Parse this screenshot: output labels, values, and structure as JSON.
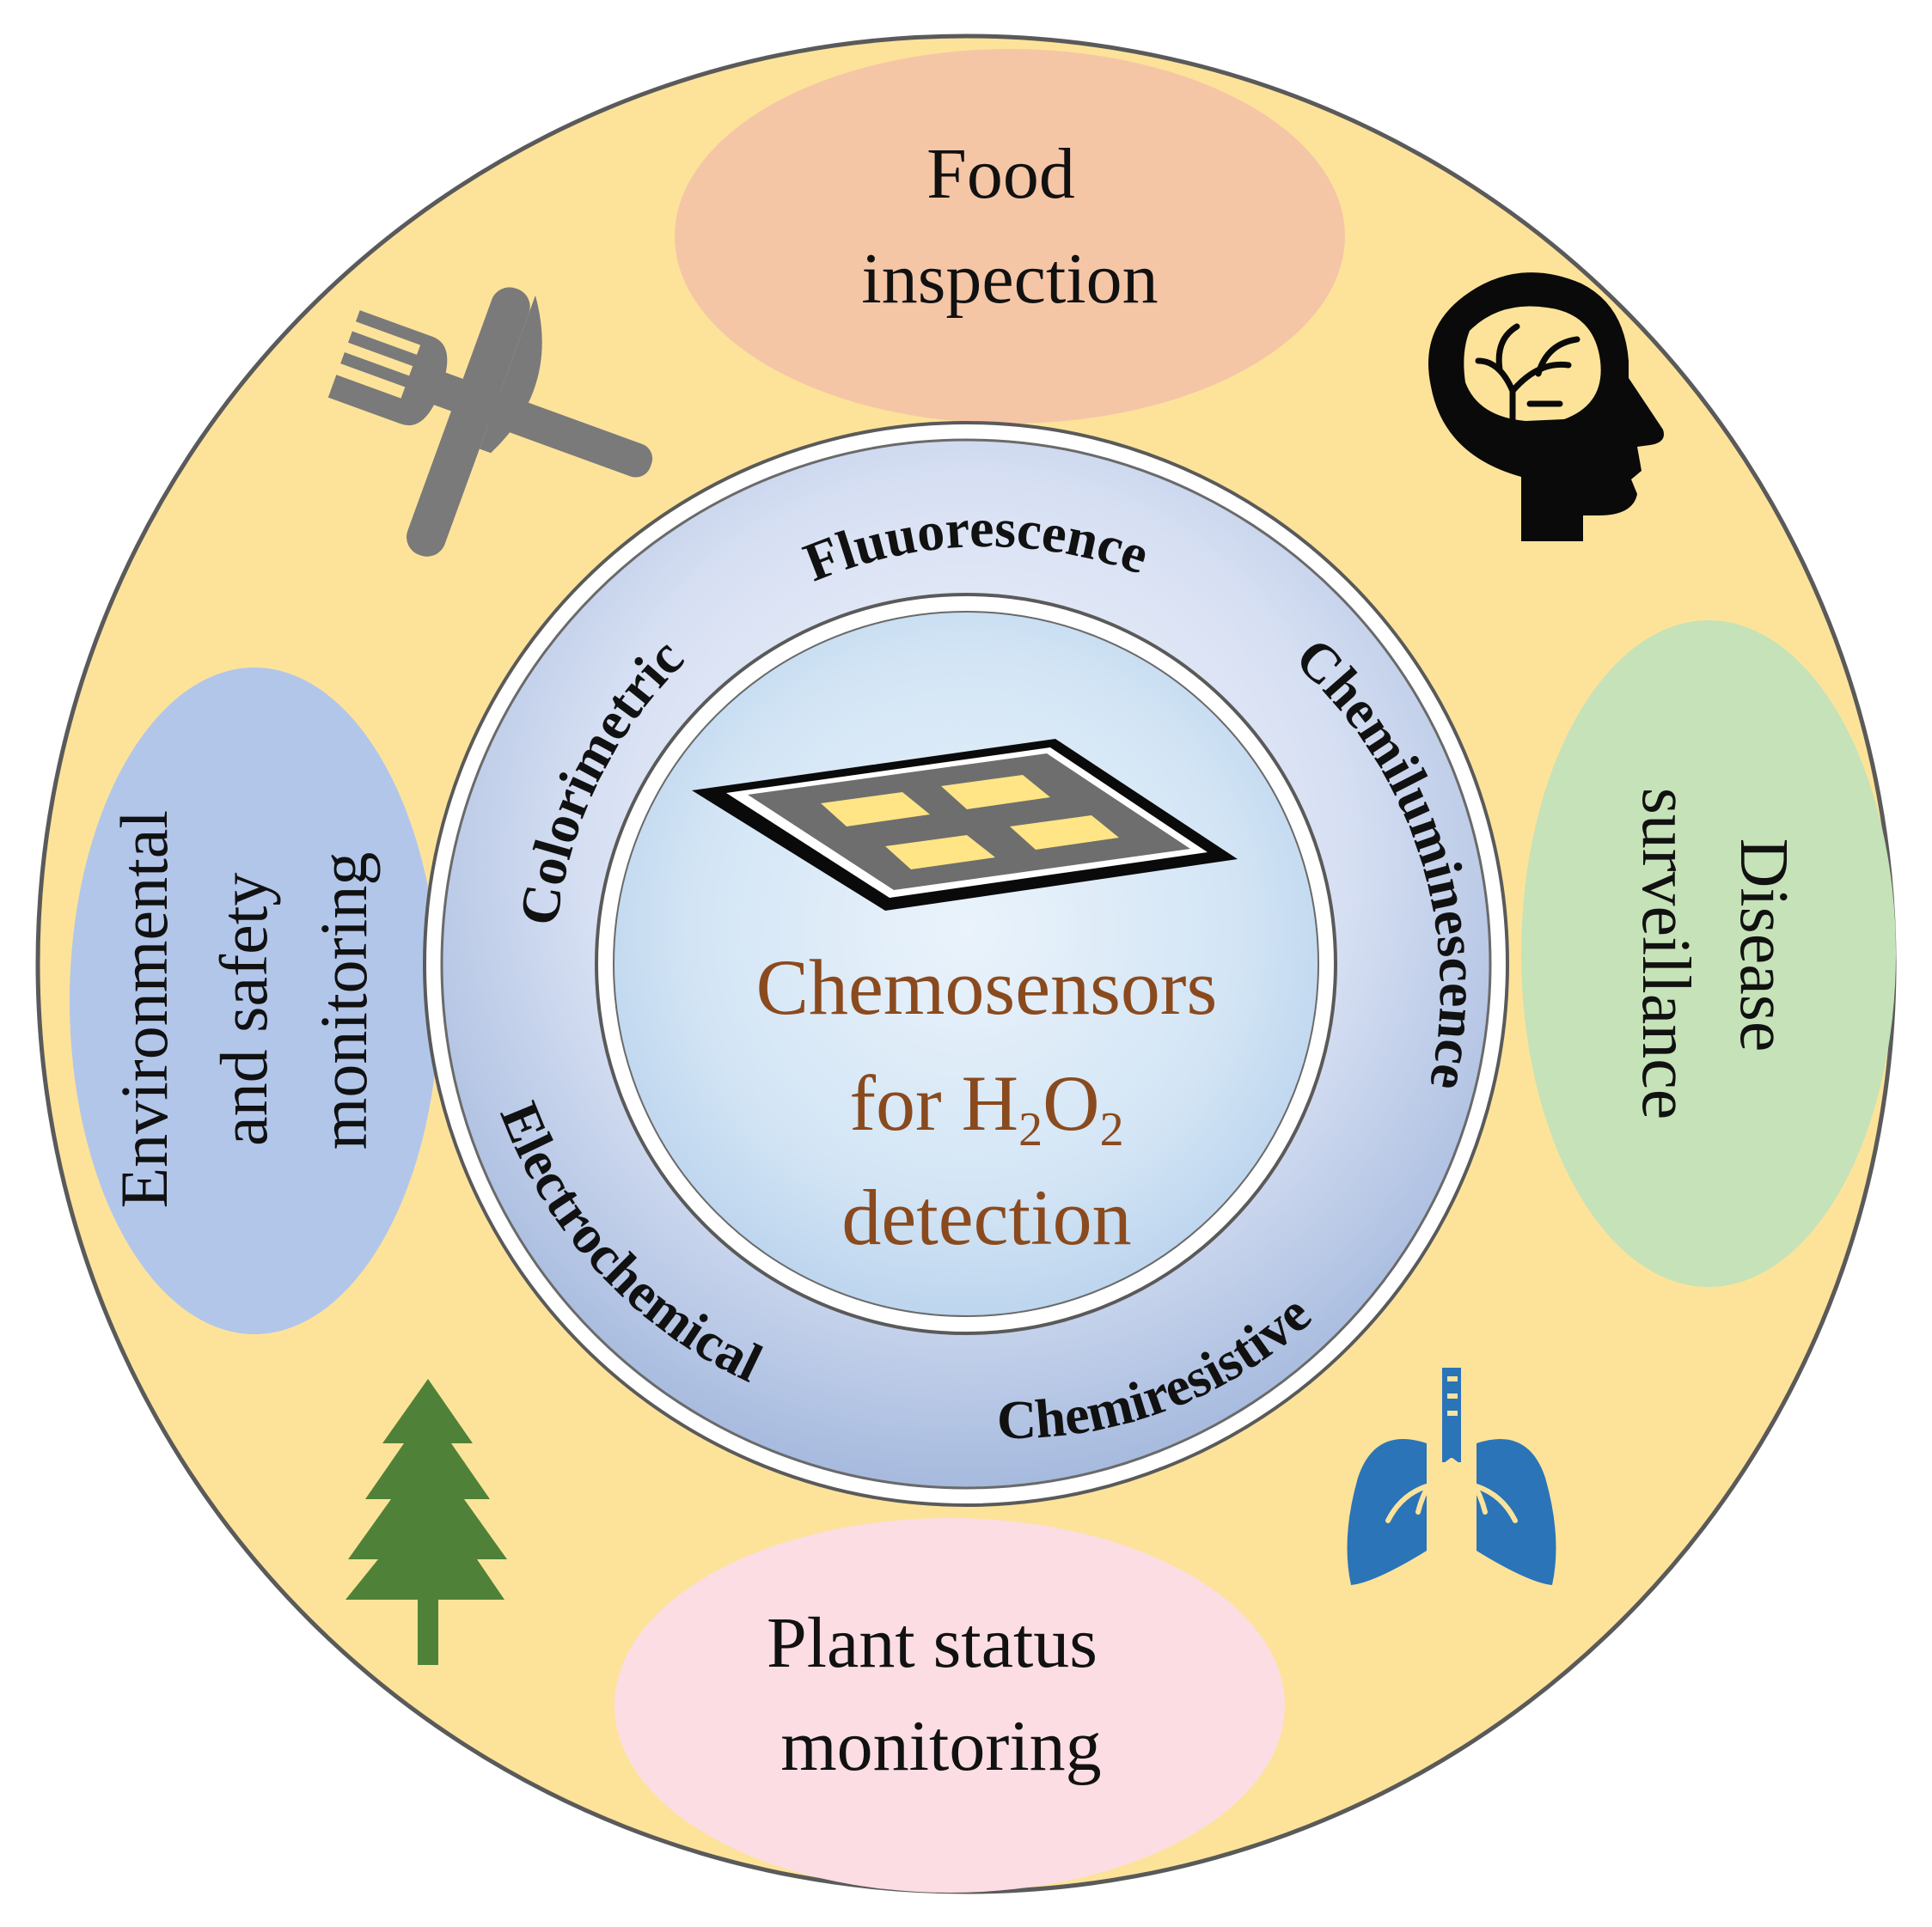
{
  "colors": {
    "outer_ring": "#fde39a",
    "outer_ring_stroke": "#5a5a5a",
    "food_oval": "#f5c6a6",
    "disease_oval": "#c6e2b8",
    "plant_oval": "#fbdde3",
    "environment_oval": "#b2c6ea",
    "method_ring_light": "#e6ecf8",
    "method_ring_dark": "#a9bde3",
    "core_fill": "#d7e7f6",
    "center_text": "#8a4a1e",
    "sensor_pad": "#ffe585",
    "sensor_body": "#6e6e6e",
    "icon_gray": "#7a7a7a",
    "icon_black": "#0a0a0a",
    "tree_green": "#4f8238",
    "lungs_blue": "#2b74b8"
  },
  "applications": {
    "food": {
      "line1": "Food",
      "line2": "inspection",
      "icon": "fork-knife-icon"
    },
    "disease": {
      "line1": "Disease",
      "line2": "surveillance",
      "icon": "head-brain-icon"
    },
    "plant": {
      "line1": "Plant status",
      "line2": "monitoring",
      "icon": "lungs-icon"
    },
    "environment": {
      "line1": "Environmental",
      "line2": "and safety",
      "line3": "monitoring",
      "icon": "pine-tree-icon"
    }
  },
  "methods": {
    "colorimetric": "Colorimetric",
    "fluorescence": "Fluuorescence",
    "chemiluminescence": "Chemiluminescence",
    "chemiresistive": "Chemiresistive",
    "electrochemical": "Electrochemical"
  },
  "center": {
    "line1": "Chemosensors",
    "line2_prefix": "for H",
    "line2_sub1": "2",
    "line2_mid": "O",
    "line2_sub2": "2",
    "line3": "detection",
    "icon": "sensor-chip-icon"
  }
}
